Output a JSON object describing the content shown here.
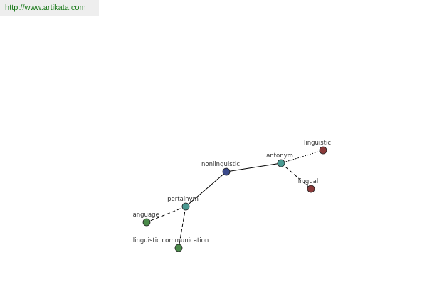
{
  "banner": {
    "url": "http://www.artikata.com"
  },
  "graph": {
    "nodes": [
      {
        "id": "nonlinguistic",
        "label": "nonlinguistic",
        "color": "#3b4a8a"
      },
      {
        "id": "antonym",
        "label": "antonym",
        "color": "#4a9a92"
      },
      {
        "id": "pertainym",
        "label": "pertainym",
        "color": "#4a9a92"
      },
      {
        "id": "linguistic",
        "label": "linguistic",
        "color": "#8b3a3a"
      },
      {
        "id": "lingual",
        "label": "lingual",
        "color": "#8b3a3a"
      },
      {
        "id": "language",
        "label": "language",
        "color": "#4a8a4a"
      },
      {
        "id": "linguistic-communication",
        "label": "linguistic communication",
        "color": "#4a8a4a"
      }
    ],
    "edges": [
      {
        "from": "nonlinguistic",
        "to": "antonym",
        "style": "solid"
      },
      {
        "from": "nonlinguistic",
        "to": "pertainym",
        "style": "solid"
      },
      {
        "from": "antonym",
        "to": "linguistic",
        "style": "dotted"
      },
      {
        "from": "antonym",
        "to": "lingual",
        "style": "dashed"
      },
      {
        "from": "pertainym",
        "to": "language",
        "style": "dashed"
      },
      {
        "from": "pertainym",
        "to": "linguistic-communication",
        "style": "dashed"
      }
    ]
  }
}
